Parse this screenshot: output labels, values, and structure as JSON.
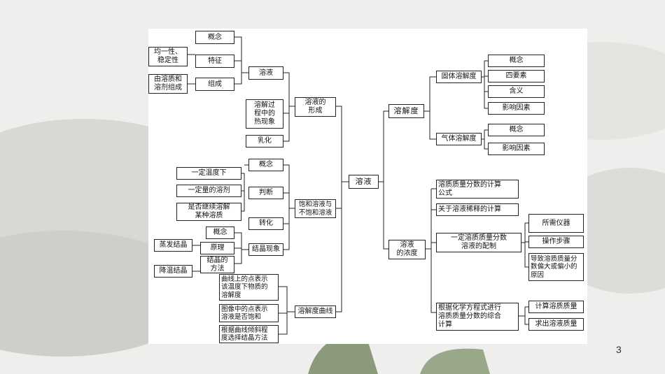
{
  "slide": {
    "page_number": "3"
  },
  "diagram": {
    "root": "溶液",
    "formation": {
      "title": "溶液的\n形成",
      "solution": "溶液",
      "concept": "概念",
      "feature": "特征",
      "feature_note": "均一性、\n稳定性",
      "composition": "组成",
      "composition_note": "由溶质和\n溶剂组成",
      "dissolution_heat": "溶解过\n程中的\n热现象",
      "emulsify": "乳化"
    },
    "saturation": {
      "title": "饱和溶液与\n不饱和溶液",
      "concept": "概念",
      "concept_note_1": "一定温度下",
      "concept_note_2": "一定量的溶剂",
      "concept_note_3": "是否继续溶解\n某种溶质",
      "judge": "判断",
      "convert": "转化",
      "crystallization": "结晶现象",
      "cryst_concept": "概念",
      "cryst_principle": "原理",
      "cryst_methods": "结晶的\n方法",
      "evaporate": "蒸发结晶",
      "cooling": "降温结晶"
    },
    "curve": {
      "title": "溶解度曲线",
      "point_on_curve": "曲线上的点表示\n该温度下物质的\n溶解度",
      "point_in_image": "图像中的点表示\n溶液是否饱和",
      "slope": "根据曲线倾斜程\n度选择结晶方法"
    },
    "solubility": {
      "title": "溶解度",
      "solid": "固体溶解度",
      "solid_items": [
        "概念",
        "四要素",
        "含义",
        "影响因素"
      ],
      "gas": "气体溶解度",
      "gas_items": [
        "概念",
        "影响因素"
      ]
    },
    "concentration": {
      "title": "溶液\n的浓度",
      "mass_fraction_formula": "溶质质量分数的计算\n公式",
      "dilution": "关于溶液稀释的计算",
      "preparation": "一定溶质质量分数\n溶液的配制",
      "prep_items": [
        "所需仪器",
        "操作步骤",
        "导致溶质质量分\n数偏大或偏小的\n原因"
      ],
      "equation_calc": "根据化学方程式进行\n溶质质量分数的综合\n计算",
      "calc_items": [
        "计算溶质质量",
        "求出溶液质量"
      ]
    }
  }
}
